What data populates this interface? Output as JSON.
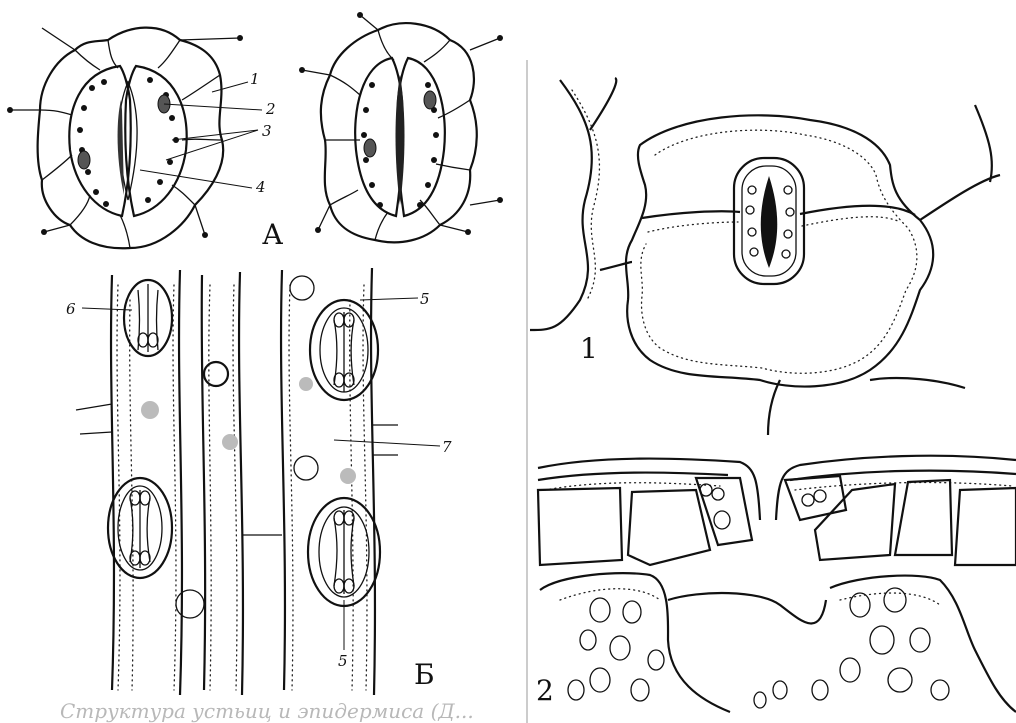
{
  "panels": {
    "top_left": {
      "letter": "А",
      "callouts": [
        "1",
        "2",
        "3",
        "4"
      ]
    },
    "bottom_left": {
      "letter": "Б",
      "callouts": [
        "5",
        "6",
        "7",
        "5"
      ]
    },
    "right_top": {
      "number": "1"
    },
    "right_bottom": {
      "number": "2"
    }
  },
  "caption": "Структура    устьиц   и   эпидермиса  (Д..."
}
